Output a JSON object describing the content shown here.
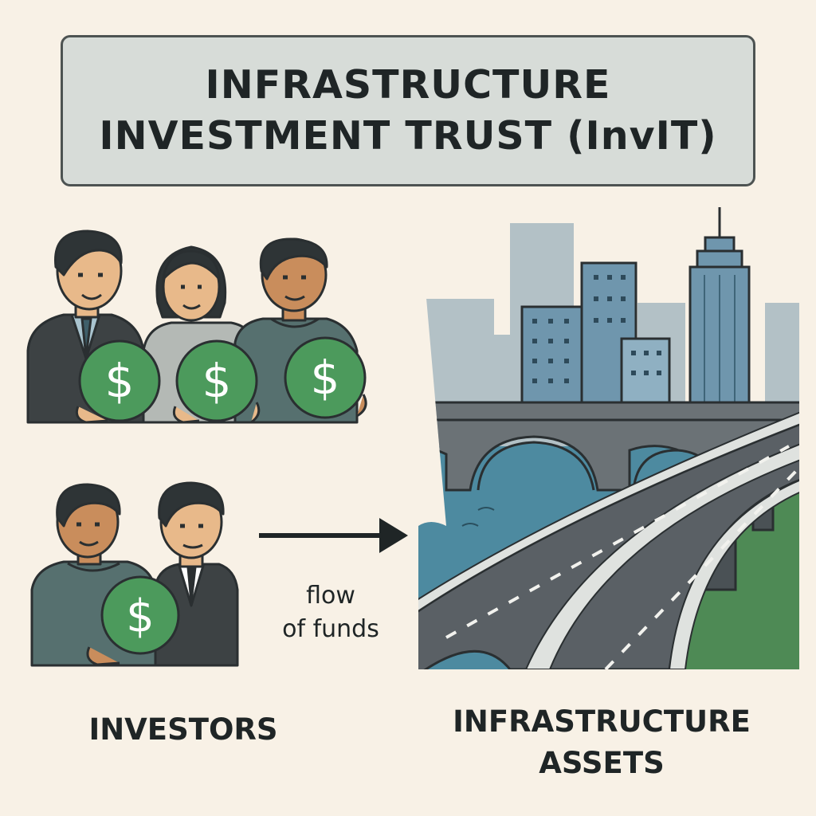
{
  "title": {
    "line1": "INFRASTRUCTURE",
    "line2": "INVESTMENT TRUST (InvIT)"
  },
  "investors_label": "INVESTORS",
  "assets_label": {
    "line1": "INFRASTRUCTURE",
    "line2": "ASSETS"
  },
  "flow_label": {
    "line1": "flow",
    "line2": "of funds"
  },
  "coin_symbol": "$",
  "colors": {
    "background": "#f8f1e6",
    "title_box": "#d7dcd8",
    "coin_green": "#4c9a5c",
    "suit_dark": "#3d4244",
    "sweater_teal": "#56706f",
    "skin": "#e8b98a",
    "building_blue": "#6f96ad",
    "road": "#5a6065",
    "water": "#4d8aa0",
    "grass": "#4e8a55"
  },
  "icons": [
    "person-icon",
    "dollar-coin-icon",
    "arrow-right-icon",
    "bridge-icon",
    "highway-icon",
    "skyscraper-icon"
  ]
}
